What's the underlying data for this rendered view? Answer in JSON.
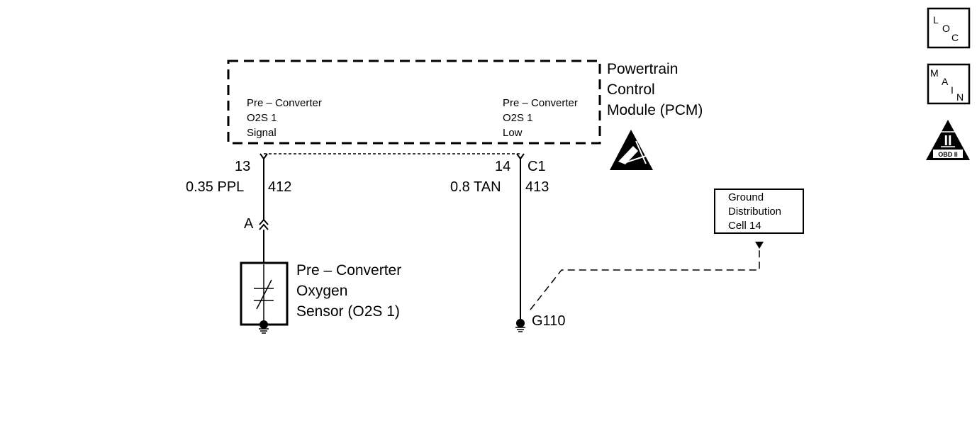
{
  "pcm": {
    "title_lines": [
      "Powertrain",
      "Control",
      "Module (PCM)"
    ],
    "pin13_label_lines": [
      "Pre – Converter",
      "O2S 1",
      "Signal"
    ],
    "pin14_label_lines": [
      "Pre – Converter",
      "O2S 1",
      "Low"
    ]
  },
  "circuit_left": {
    "pin": "13",
    "wire": "0.35 PPL",
    "circuit_number": "412",
    "connector": "A"
  },
  "circuit_right": {
    "pin": "14",
    "connector": "C1",
    "wire": "0.8 TAN",
    "circuit_number": "413",
    "ground": "G110"
  },
  "sensor": {
    "label_lines": [
      "Pre – Converter",
      "Oxygen",
      "Sensor (O2S 1)"
    ]
  },
  "ground_box": {
    "label_lines": [
      "Ground",
      "Distribution",
      "Cell 14"
    ]
  },
  "icons": {
    "loc": {
      "name": "loc-icon",
      "letters": [
        "L",
        "O",
        "C"
      ]
    },
    "main": {
      "name": "main-icon",
      "letters": [
        "M",
        "A",
        "I",
        "N"
      ]
    },
    "obd": {
      "name": "obd-ii-icon",
      "numeral": "II",
      "label": "OBD II"
    },
    "esd": {
      "name": "esd-warning-icon"
    }
  }
}
